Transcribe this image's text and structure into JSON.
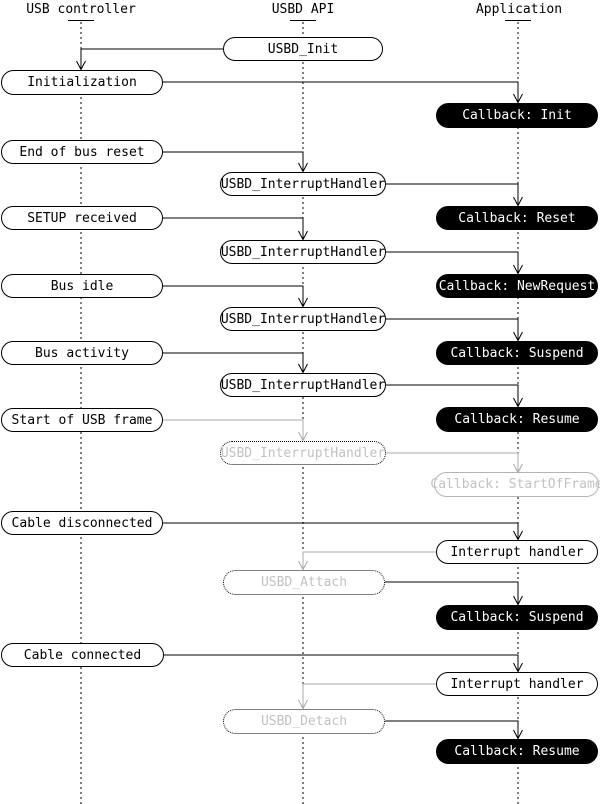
{
  "columns": [
    {
      "label": "USB controller"
    },
    {
      "label": "USBD API"
    },
    {
      "label": "Application"
    }
  ],
  "nodes": [
    {
      "label": "USBD_Init",
      "type": "api-call",
      "state": "active"
    },
    {
      "label": "Initialization",
      "type": "event",
      "state": "active"
    },
    {
      "label": "Callback: Init",
      "type": "callback",
      "state": "active"
    },
    {
      "label": "End of bus reset",
      "type": "event",
      "state": "active"
    },
    {
      "label": "USBD_InterruptHandler",
      "type": "api-call",
      "state": "active"
    },
    {
      "label": "SETUP received",
      "type": "event",
      "state": "active"
    },
    {
      "label": "Callback: Reset",
      "type": "callback",
      "state": "active"
    },
    {
      "label": "USBD_InterruptHandler",
      "type": "api-call",
      "state": "active"
    },
    {
      "label": "Bus idle",
      "type": "event",
      "state": "active"
    },
    {
      "label": "Callback: NewRequest",
      "type": "callback",
      "state": "active"
    },
    {
      "label": "USBD_InterruptHandler",
      "type": "api-call",
      "state": "active"
    },
    {
      "label": "Bus activity",
      "type": "event",
      "state": "active"
    },
    {
      "label": "Callback: Suspend",
      "type": "callback",
      "state": "active"
    },
    {
      "label": "USBD_InterruptHandler",
      "type": "api-call",
      "state": "active"
    },
    {
      "label": "Start of USB frame",
      "type": "event",
      "state": "active"
    },
    {
      "label": "Callback: Resume",
      "type": "callback",
      "state": "active"
    },
    {
      "label": "USBD_InterruptHandler",
      "type": "api-call",
      "state": "inactive"
    },
    {
      "label": "Callback: StartOfFrame",
      "type": "callback",
      "state": "inactive"
    },
    {
      "label": "Cable disconnected",
      "type": "event",
      "state": "active"
    },
    {
      "label": "Interrupt handler",
      "type": "handler",
      "state": "active"
    },
    {
      "label": "USBD_Attach",
      "type": "api-call",
      "state": "inactive"
    },
    {
      "label": "Callback: Suspend",
      "type": "callback",
      "state": "active"
    },
    {
      "label": "Cable connected",
      "type": "event",
      "state": "active"
    },
    {
      "label": "Interrupt handler",
      "type": "handler",
      "state": "active"
    },
    {
      "label": "USBD_Detach",
      "type": "api-call",
      "state": "inactive"
    },
    {
      "label": "Callback: Resume",
      "type": "callback",
      "state": "active"
    }
  ],
  "colors": {
    "line_active": "#000000",
    "line_inactive": "#a8a8a8",
    "text_inactive": "#c2c2c2",
    "callback_bg": "#000000",
    "callback_text": "#ffffff",
    "background": "#ffffff"
  }
}
